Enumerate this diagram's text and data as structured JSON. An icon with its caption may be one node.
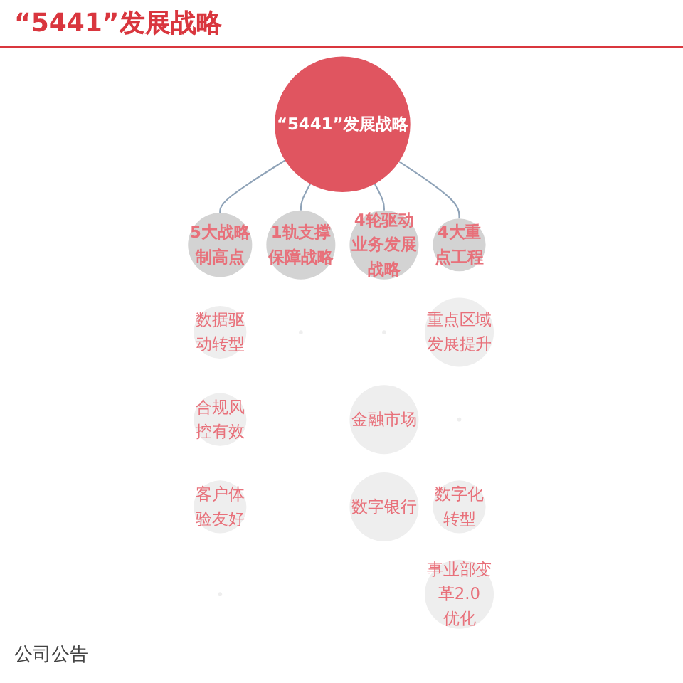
{
  "diagram": {
    "title": "“5441”发展战略",
    "nodes": [
      {
        "text": [
          "“5441”发展战略"
        ]
      },
      {
        "text": [
          "5大战略制高点"
        ]
      },
      {
        "text": [
          "数据驱动转型"
        ]
      },
      {
        "text": [
          "合规风控有效"
        ]
      },
      {
        "text": [
          "客户体验友好"
        ]
      },
      {
        "text": [],
        "shape": "circle"
      },
      {
        "text": [
          "1轨支撑保障战略"
        ]
      },
      {
        "text": [],
        "shape": "circle"
      },
      {
        "text": [
          "4轮驱动业务发展战略"
        ]
      },
      {
        "text": [],
        "shape": "circle"
      },
      {
        "text": [
          "金融市场"
        ]
      },
      {
        "text": [
          "数字银行"
        ]
      },
      {
        "text": [
          "4大重点工程"
        ]
      },
      {
        "text": [
          "重点区域发展提升"
        ]
      },
      {
        "text": [],
        "shape": "circle"
      },
      {
        "text": [
          "数字化转型"
        ]
      },
      {
        "text": [
          "事业部变革2.0优化"
        ]
      }
    ],
    "edges": [
      {
        "from": 0,
        "to": 1,
        "arrow": "none"
      },
      {
        "from": 0,
        "to": 6,
        "arrow": "none"
      },
      {
        "from": 0,
        "to": 8,
        "arrow": "none"
      },
      {
        "from": 0,
        "to": 12,
        "arrow": "none"
      }
    ],
    "labels": [
      "公司公告"
    ]
  }
}
